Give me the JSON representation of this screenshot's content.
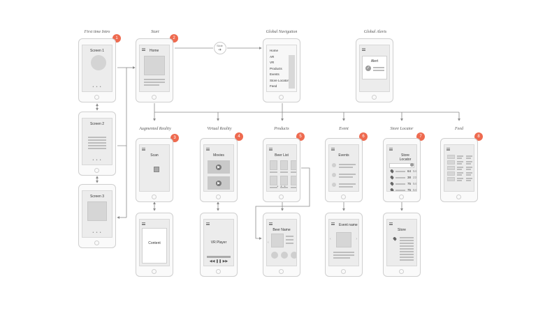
{
  "sections": {
    "first_time_intro": "First time Intro",
    "start": "Start",
    "global_navigation": "Global Navigation",
    "global_alerts": "Global Alerts",
    "augmented_reality": "Augmented Reality",
    "virtual_reality": "Virtual Reality",
    "products": "Products",
    "event": "Event",
    "store_locator": "Store Locator",
    "feed": "Feed"
  },
  "badges": [
    "1",
    "2",
    "3",
    "4",
    "5",
    "6",
    "7",
    "8"
  ],
  "screens": {
    "screen1": "Screen 1",
    "screen2": "Screen 2",
    "screen3": "Screen 3",
    "home": "Home",
    "alert": "Alert",
    "scan": "Scan",
    "content": "Content",
    "movies": "Movies",
    "vr_player": "VR Player",
    "beer_list": "Beer List",
    "beer_name": "Beer Name",
    "events": "Events",
    "event_name": "Event name",
    "store_locator": "Store Locator",
    "store": "Store"
  },
  "swipe_label": "Slide",
  "nav_menu": [
    "Home",
    "AR",
    "VR",
    "Products",
    "Events",
    "Store Locator",
    "Feed"
  ],
  "store_locator_rows": [
    {
      "n1": "64",
      "n2": "54"
    },
    {
      "n1": "38",
      "n2": "23"
    },
    {
      "n1": "75",
      "n2": "54"
    },
    {
      "n1": "75",
      "n2": "54"
    }
  ],
  "pager_dots": "• • •",
  "colors": {
    "badge": "#ee6a4f",
    "wire": "#8a8a8a",
    "phone_border": "#cfcfcf"
  }
}
